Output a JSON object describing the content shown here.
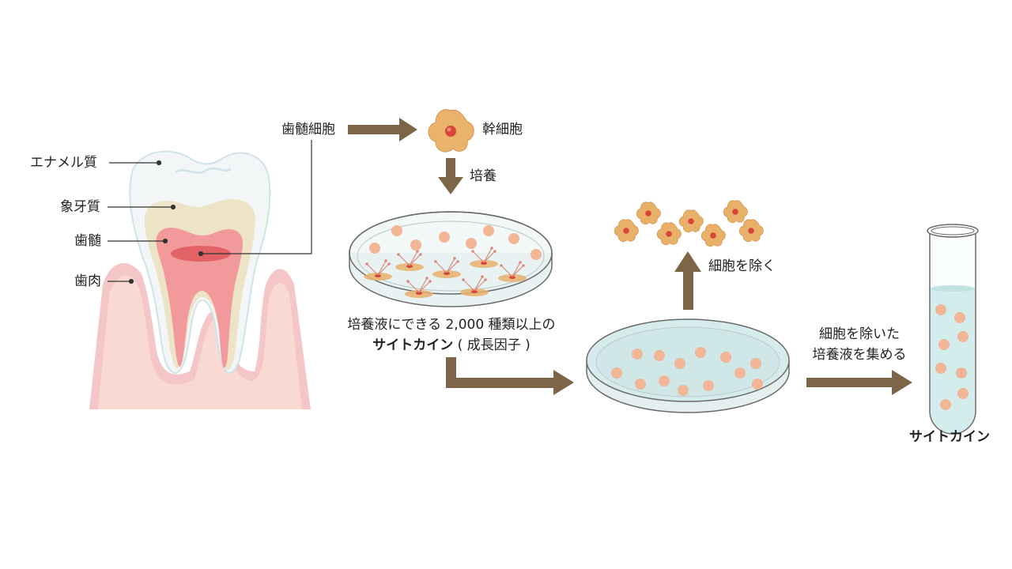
{
  "tooth_labels": {
    "enamel": "エナメル質",
    "dentin": "象牙質",
    "pulp": "歯髄",
    "gum": "歯肉"
  },
  "flow": {
    "pulp_cells": "歯髄細胞",
    "stem_cell": "幹細胞",
    "culture": "培養",
    "cytokine_line1": "培養液にできる 2,000 種類以上の",
    "cytokine_line2_bold": "サイトカイン",
    "cytokine_line2_rest": "( 成長因子 )",
    "remove_cells": "細胞を除く",
    "collect_line1": "細胞を除いた",
    "collect_line2": "培養液を集める",
    "result": "サイトカイン"
  },
  "colors": {
    "arrow": "#7d6547",
    "enamel": "#f4f7f8",
    "dentin": "#ede3c7",
    "pulp": "#f09a9a",
    "gum": "#f5c3c5",
    "cell": "#e9b06a",
    "nucleus": "#d9443a",
    "dish_liquid": "#d6ecec",
    "particle": "#f2b596"
  }
}
